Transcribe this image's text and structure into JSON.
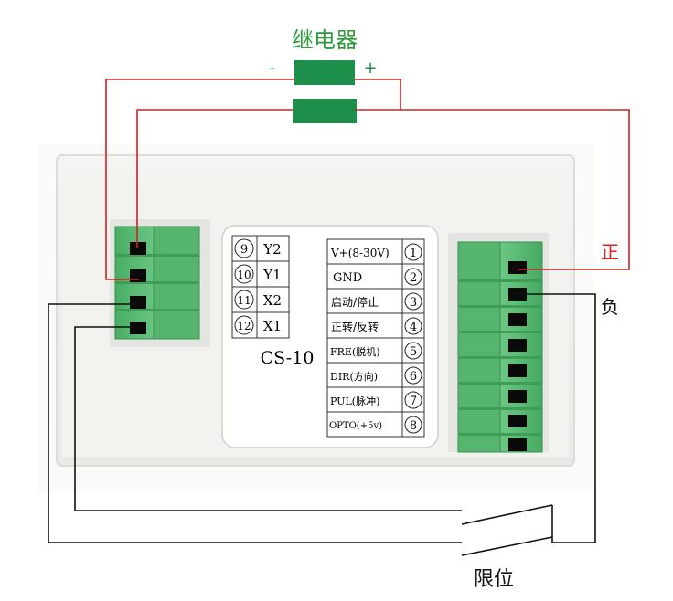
{
  "relay": {
    "title": "继电器",
    "minus": "-",
    "plus": "+"
  },
  "labels": {
    "positive": "正",
    "negative": "负",
    "limit": "限位"
  },
  "model": "CS-10",
  "left_pins": [
    {
      "num": "9",
      "name": "Y2"
    },
    {
      "num": "10",
      "name": "Y1"
    },
    {
      "num": "11",
      "name": "X2"
    },
    {
      "num": "12",
      "name": "X1"
    }
  ],
  "right_pins": [
    {
      "num": "1",
      "name": "V+(8-30V)"
    },
    {
      "num": "2",
      "name": "GND"
    },
    {
      "num": "3",
      "name": "启动/停止"
    },
    {
      "num": "4",
      "name": "正转/反转"
    },
    {
      "num": "5",
      "name": "FRE(脱机)"
    },
    {
      "num": "6",
      "name": "DIR(方向)"
    },
    {
      "num": "7",
      "name": "PUL(脉冲)"
    },
    {
      "num": "8",
      "name": "OPTO(+5v)"
    }
  ],
  "colors": {
    "relay_green": "#1e8f4a",
    "title_green": "#2f9a3c",
    "wire_red": "#d42020",
    "wire_black": "#111111",
    "terminal_green": "#5fc07a",
    "label_red": "#e02020"
  }
}
